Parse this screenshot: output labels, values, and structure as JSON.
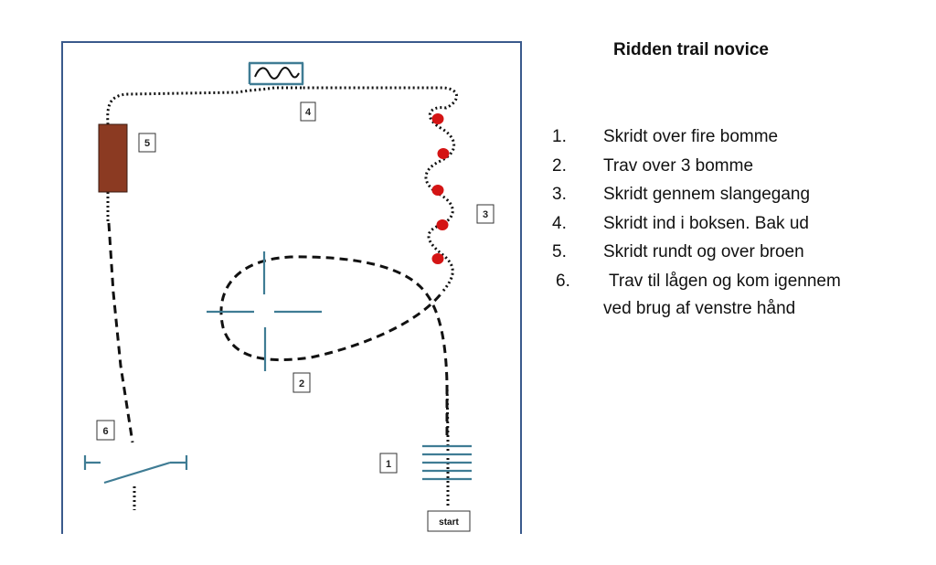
{
  "title": "Ridden trail novice",
  "steps": [
    {
      "num": "1.",
      "text": "Skridt over fire bomme"
    },
    {
      "num": "2.",
      "text": "Trav over 3 bomme"
    },
    {
      "num": "3.",
      "text": "Skridt gennem slangegang"
    },
    {
      "num": "4.",
      "text": "Skridt ind i boksen. Bak ud"
    },
    {
      "num": "5.",
      "text": "Skridt rundt og over broen"
    },
    {
      "num": "6.",
      "text": "Trav til lågen og kom igennem"
    }
  ],
  "step6_continuation": "ved brug af venstre hånd",
  "diagram": {
    "start_label": "start",
    "obstacle_numbers": [
      "1",
      "2",
      "3",
      "4",
      "5",
      "6"
    ]
  },
  "colors": {
    "arena_border": "#3a5a8c",
    "poles": "#3f7c94",
    "cones": "#d41414",
    "bridge": "#8b3a22",
    "path": "#111111"
  }
}
